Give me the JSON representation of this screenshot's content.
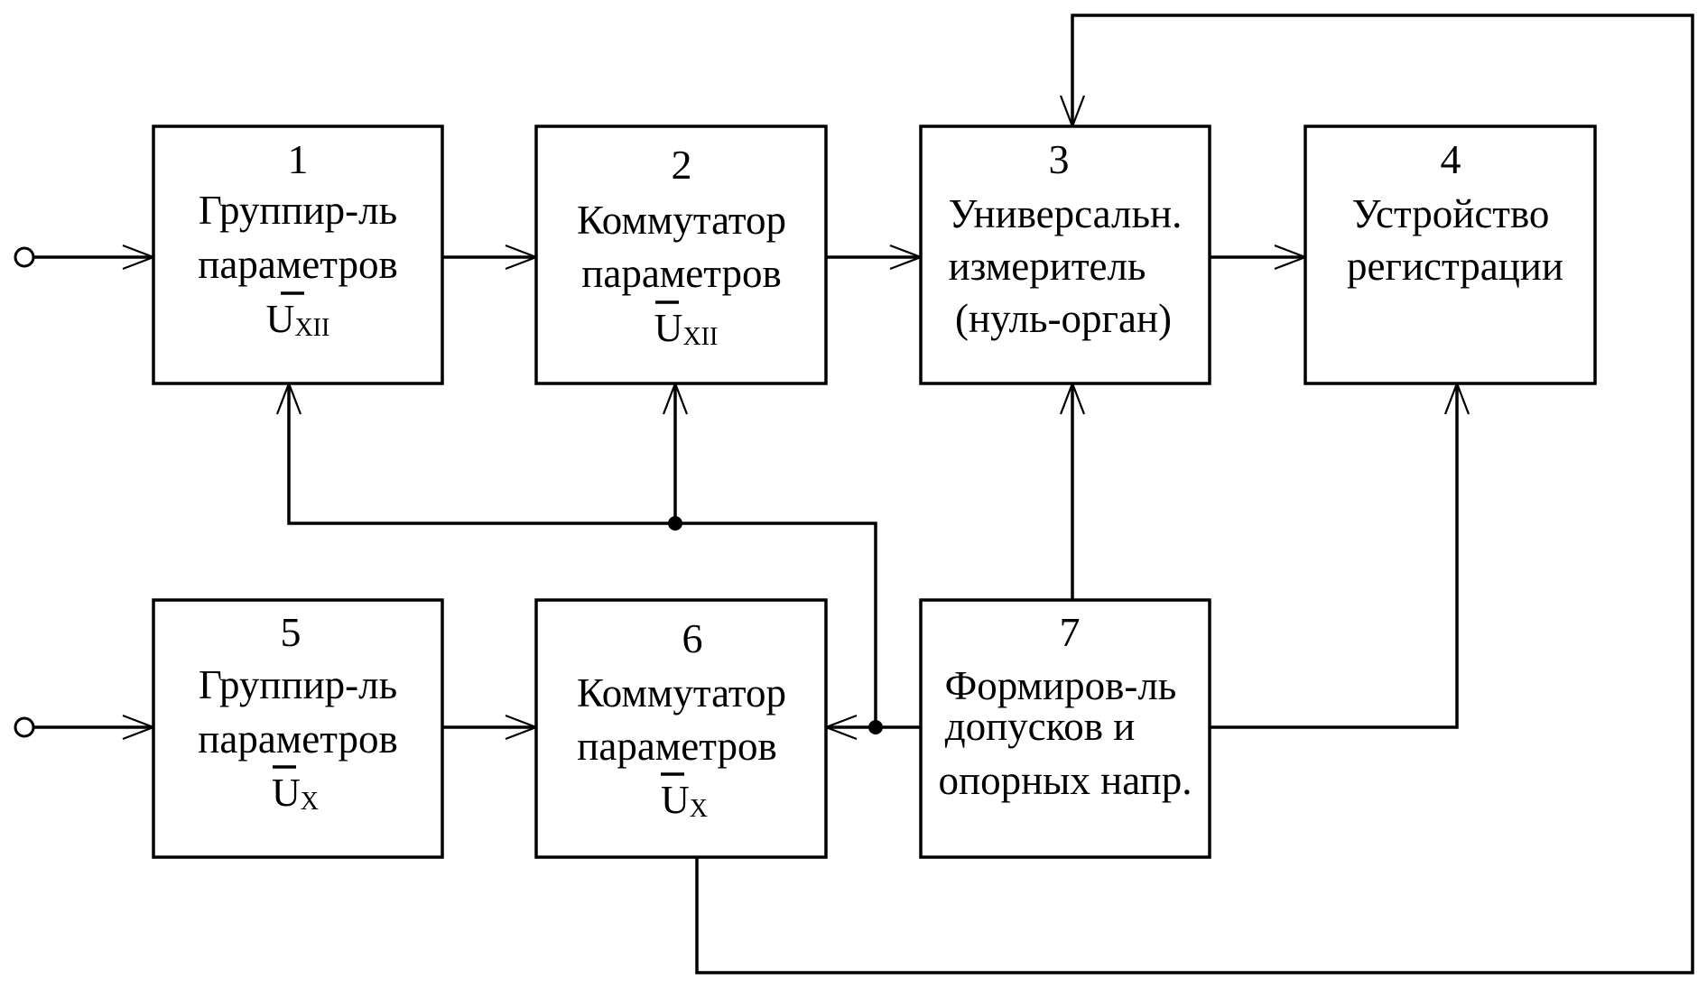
{
  "blocks": [
    {
      "num": "1",
      "lines": [
        "Группир-ль",
        "параметров"
      ],
      "sym": "U",
      "sub": "XII"
    },
    {
      "num": "2",
      "lines": [
        "Коммутатор",
        "параметров"
      ],
      "sym": "U",
      "sub": "XII"
    },
    {
      "num": "3",
      "lines": [
        "Универсальн.",
        "измеритель",
        "(нуль-орган)"
      ]
    },
    {
      "num": "4",
      "lines": [
        "Устройство",
        "регистрации"
      ]
    },
    {
      "num": "5",
      "lines": [
        "Группир-ль",
        "параметров"
      ],
      "sym": "U",
      "sub": "X"
    },
    {
      "num": "6",
      "lines": [
        "Коммутатор",
        "параметров"
      ],
      "sym": "U",
      "sub": "X"
    },
    {
      "num": "7",
      "lines": [
        "Формиров-ль",
        "допусков и",
        "опорных напр."
      ]
    }
  ]
}
